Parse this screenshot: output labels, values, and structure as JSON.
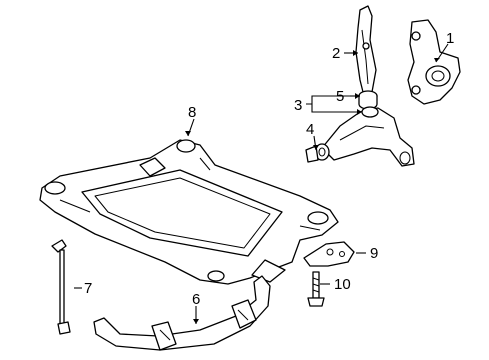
{
  "diagram": {
    "callouts": [
      {
        "id": "1",
        "label": "1",
        "part": "steering-knuckle"
      },
      {
        "id": "2",
        "label": "2",
        "part": "strut-bracket"
      },
      {
        "id": "3",
        "label": "3",
        "part": "lower-control-arm"
      },
      {
        "id": "4",
        "label": "4",
        "part": "control-arm-bushing"
      },
      {
        "id": "5",
        "label": "5",
        "part": "ball-joint-bushing"
      },
      {
        "id": "6",
        "label": "6",
        "part": "stabilizer-bar"
      },
      {
        "id": "7",
        "label": "7",
        "part": "stabilizer-link"
      },
      {
        "id": "8",
        "label": "8",
        "part": "engine-cradle"
      },
      {
        "id": "9",
        "label": "9",
        "part": "mount-bracket"
      },
      {
        "id": "10",
        "label": "10",
        "part": "bolt"
      }
    ]
  }
}
